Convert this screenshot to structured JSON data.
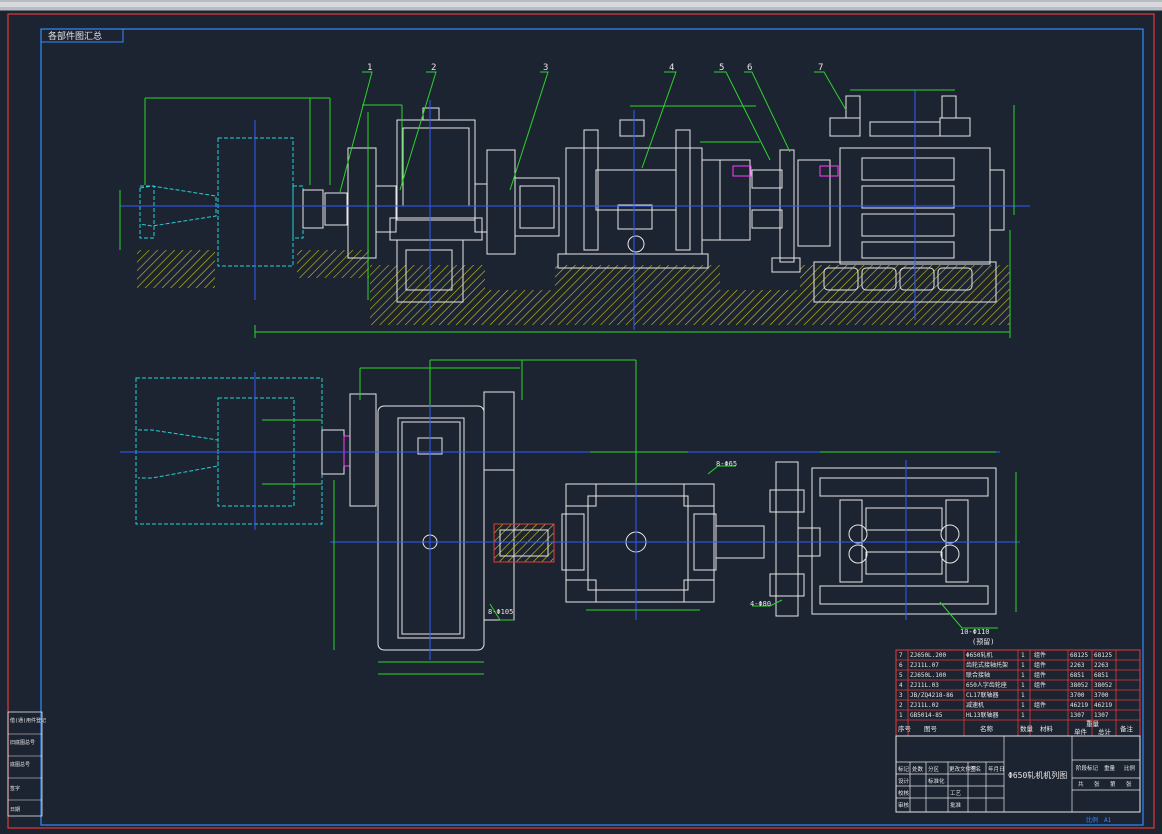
{
  "window": {
    "title_strip": ""
  },
  "drawing": {
    "title_tag": "各部件图汇总",
    "drawing_title": "Φ650轧机机列图",
    "scale_label": "比例",
    "sheet_label": "A1",
    "colors": {
      "background": "#1d2431",
      "border": "#e23a3a",
      "frame": "#2f8bff",
      "outline": "#e6e6e6",
      "dimension": "#2bd32b",
      "centerline": "#2f5bff",
      "hatch": "#c9c21a",
      "coupling": "#ff3cff",
      "reference": "#22d2d2"
    },
    "callouts": [
      "1",
      "2",
      "3",
      "4",
      "5",
      "6",
      "7"
    ],
    "notes": {
      "bolt_holes_1": "8-Φ65",
      "bolt_holes_2": "8-Φ105",
      "bolt_holes_3": "4-Φ80",
      "bolt_holes_4": "10-Φ110",
      "clearance": "(预留)"
    },
    "parts_table": {
      "headers": [
        "序号",
        "图号",
        "名称",
        "数量",
        "材料",
        "单件",
        "总计",
        "备注"
      ],
      "weight_header": "重量",
      "rows": [
        {
          "no": "7",
          "code": "ZJ650L.200",
          "name": "Φ650轧机",
          "qty": "1",
          "mat": "组件",
          "unit": "68125",
          "total": "68125"
        },
        {
          "no": "6",
          "code": "ZJ11L.07",
          "name": "齿轮式接轴托架",
          "qty": "1",
          "mat": "组件",
          "unit": "2263",
          "total": "2263"
        },
        {
          "no": "5",
          "code": "ZJ650L.100",
          "name": "联合接轴",
          "qty": "1",
          "mat": "组件",
          "unit": "6851",
          "total": "6851"
        },
        {
          "no": "4",
          "code": "ZJ11L.03",
          "name": "650人字齿轮座",
          "qty": "1",
          "mat": "组件",
          "unit": "38052",
          "total": "38052"
        },
        {
          "no": "3",
          "code": "JB/ZQ4218-86",
          "name": "CL17联轴器",
          "qty": "1",
          "mat": "",
          "unit": "3700",
          "total": "3700"
        },
        {
          "no": "2",
          "code": "ZJ11L.02",
          "name": "减速机",
          "qty": "1",
          "mat": "组件",
          "unit": "46219",
          "total": "46219"
        },
        {
          "no": "1",
          "code": "GB5014-85",
          "name": "HL13联轴器",
          "qty": "1",
          "mat": "",
          "unit": "1307",
          "total": "1307"
        }
      ]
    },
    "title_block": {
      "left_labels": [
        "标记",
        "处数",
        "分区",
        "更改文件号",
        "签名",
        "年月日"
      ],
      "role_labels": [
        "设计",
        "校核",
        "审核",
        "标准化",
        "工艺",
        "批准"
      ],
      "right_labels": [
        "阶段标记",
        "重量",
        "比例"
      ],
      "sheet_labels": [
        "共",
        "张",
        "第",
        "张"
      ]
    },
    "side_stamp": [
      "借(通)用件登记",
      "旧底图总号",
      "底图总号",
      "签字",
      "日期"
    ]
  }
}
